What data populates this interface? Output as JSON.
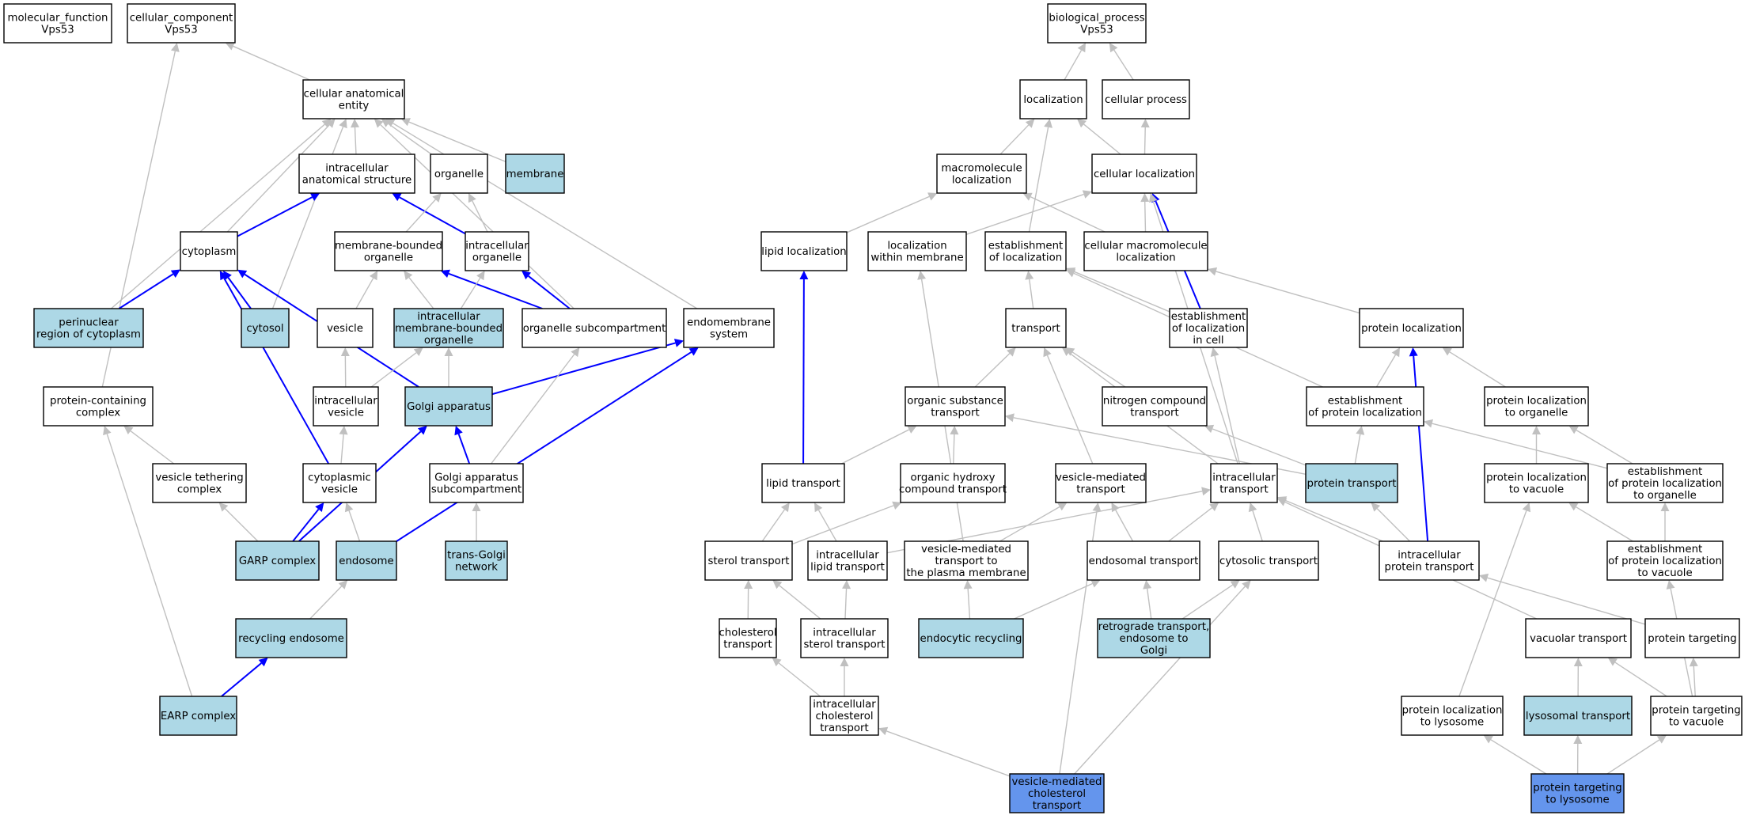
{
  "colors": {
    "plain": "#ffffff",
    "highlight": "#add8e6",
    "query": "#6495ed",
    "edge_default": "#c0c0c0",
    "edge_path": "#0000ff"
  },
  "nodes": {
    "mf_root": {
      "lines": [
        "molecular_function",
        "Vps53"
      ],
      "style": "plain"
    },
    "cc_root": {
      "lines": [
        "cellular_component",
        "Vps53"
      ],
      "style": "plain"
    },
    "bp_root": {
      "lines": [
        "biological_process",
        "Vps53"
      ],
      "style": "plain"
    },
    "cae": {
      "lines": [
        "cellular anatomical",
        "entity"
      ],
      "style": "plain"
    },
    "ias": {
      "lines": [
        "intracellular",
        "anatomical structure"
      ],
      "style": "plain"
    },
    "organelle": {
      "lines": [
        "organelle"
      ],
      "style": "plain"
    },
    "membrane": {
      "lines": [
        "membrane"
      ],
      "style": "highlight"
    },
    "cytoplasm": {
      "lines": [
        "cytoplasm"
      ],
      "style": "plain"
    },
    "mbo": {
      "lines": [
        "membrane-bounded",
        "organelle"
      ],
      "style": "plain"
    },
    "io": {
      "lines": [
        "intracellular",
        "organelle"
      ],
      "style": "plain"
    },
    "perinuclear": {
      "lines": [
        "perinuclear",
        "region of cytoplasm"
      ],
      "style": "highlight"
    },
    "cytosol": {
      "lines": [
        "cytosol"
      ],
      "style": "highlight"
    },
    "vesicle": {
      "lines": [
        "vesicle"
      ],
      "style": "plain"
    },
    "imbo": {
      "lines": [
        "intracellular",
        "membrane-bounded",
        "organelle"
      ],
      "style": "highlight"
    },
    "osub": {
      "lines": [
        "organelle subcompartment"
      ],
      "style": "plain"
    },
    "endomem": {
      "lines": [
        "endomembrane",
        "system"
      ],
      "style": "plain"
    },
    "pcc": {
      "lines": [
        "protein-containing",
        "complex"
      ],
      "style": "plain"
    },
    "ivesicle": {
      "lines": [
        "intracellular",
        "vesicle"
      ],
      "style": "plain"
    },
    "golgi": {
      "lines": [
        "Golgi apparatus"
      ],
      "style": "highlight"
    },
    "vtc": {
      "lines": [
        "vesicle tethering",
        "complex"
      ],
      "style": "plain"
    },
    "cvesicle": {
      "lines": [
        "cytoplasmic",
        "vesicle"
      ],
      "style": "plain"
    },
    "gas": {
      "lines": [
        "Golgi apparatus",
        "subcompartment"
      ],
      "style": "plain"
    },
    "garp": {
      "lines": [
        "GARP complex"
      ],
      "style": "highlight"
    },
    "endosome": {
      "lines": [
        "endosome"
      ],
      "style": "highlight"
    },
    "tgn": {
      "lines": [
        "trans-Golgi",
        "network"
      ],
      "style": "highlight"
    },
    "recendo": {
      "lines": [
        "recycling endosome"
      ],
      "style": "highlight"
    },
    "earp": {
      "lines": [
        "EARP complex"
      ],
      "style": "highlight"
    },
    "localization": {
      "lines": [
        "localization"
      ],
      "style": "plain"
    },
    "cproc": {
      "lines": [
        "cellular process"
      ],
      "style": "plain"
    },
    "macloc": {
      "lines": [
        "macromolecule",
        "localization"
      ],
      "style": "plain"
    },
    "cloc": {
      "lines": [
        "cellular localization"
      ],
      "style": "plain"
    },
    "liploc": {
      "lines": [
        "lipid localization"
      ],
      "style": "plain"
    },
    "lwm": {
      "lines": [
        "localization",
        "within membrane"
      ],
      "style": "plain"
    },
    "eol": {
      "lines": [
        "establishment",
        "of localization"
      ],
      "style": "plain"
    },
    "cml": {
      "lines": [
        "cellular macromolecule",
        "localization"
      ],
      "style": "plain"
    },
    "transport": {
      "lines": [
        "transport"
      ],
      "style": "plain"
    },
    "eolc": {
      "lines": [
        "establishment",
        "of localization",
        "in cell"
      ],
      "style": "plain"
    },
    "ploc": {
      "lines": [
        "protein localization"
      ],
      "style": "plain"
    },
    "ost": {
      "lines": [
        "organic substance",
        "transport"
      ],
      "style": "plain"
    },
    "nct": {
      "lines": [
        "nitrogen compound",
        "transport"
      ],
      "style": "plain"
    },
    "eopl": {
      "lines": [
        "establishment",
        "of protein localization"
      ],
      "style": "plain"
    },
    "plo": {
      "lines": [
        "protein localization",
        "to organelle"
      ],
      "style": "plain"
    },
    "liptrans": {
      "lines": [
        "lipid transport"
      ],
      "style": "plain"
    },
    "ohct": {
      "lines": [
        "organic hydroxy",
        "compound transport"
      ],
      "style": "plain"
    },
    "vmt": {
      "lines": [
        "vesicle-mediated",
        "transport"
      ],
      "style": "plain"
    },
    "it": {
      "lines": [
        "intracellular",
        "transport"
      ],
      "style": "plain"
    },
    "ptrans": {
      "lines": [
        "protein transport"
      ],
      "style": "highlight"
    },
    "plv": {
      "lines": [
        "protein localization",
        "to vacuole"
      ],
      "style": "plain"
    },
    "eplo": {
      "lines": [
        "establishment",
        "of protein localization",
        "to organelle"
      ],
      "style": "plain"
    },
    "sterol": {
      "lines": [
        "sterol transport"
      ],
      "style": "plain"
    },
    "ilt": {
      "lines": [
        "intracellular",
        "lipid transport"
      ],
      "style": "plain"
    },
    "vmtpm": {
      "lines": [
        "vesicle-mediated",
        "transport to",
        "the plasma membrane"
      ],
      "style": "plain"
    },
    "endotrans": {
      "lines": [
        "endosomal transport"
      ],
      "style": "plain"
    },
    "cyttrans": {
      "lines": [
        "cytosolic transport"
      ],
      "style": "plain"
    },
    "ipt": {
      "lines": [
        "intracellular",
        "protein transport"
      ],
      "style": "plain"
    },
    "eplv": {
      "lines": [
        "establishment",
        "of protein localization",
        "to vacuole"
      ],
      "style": "plain"
    },
    "choltrans": {
      "lines": [
        "cholesterol",
        "transport"
      ],
      "style": "plain"
    },
    "ist": {
      "lines": [
        "intracellular",
        "sterol transport"
      ],
      "style": "plain"
    },
    "endorec": {
      "lines": [
        "endocytic recycling"
      ],
      "style": "highlight"
    },
    "retro": {
      "lines": [
        "retrograde transport,",
        "endosome to",
        "Golgi"
      ],
      "style": "highlight"
    },
    "vactrans": {
      "lines": [
        "vacuolar transport"
      ],
      "style": "plain"
    },
    "ptarget": {
      "lines": [
        "protein targeting"
      ],
      "style": "plain"
    },
    "ict": {
      "lines": [
        "intracellular",
        "cholesterol",
        "transport"
      ],
      "style": "plain"
    },
    "pll": {
      "lines": [
        "protein localization",
        "to lysosome"
      ],
      "style": "plain"
    },
    "lysotrans": {
      "lines": [
        "lysosomal transport"
      ],
      "style": "highlight"
    },
    "ptv": {
      "lines": [
        "protein targeting",
        "to vacuole"
      ],
      "style": "plain"
    },
    "vmct": {
      "lines": [
        "vesicle-mediated",
        "cholesterol",
        "transport"
      ],
      "style": "query"
    },
    "ptl": {
      "lines": [
        "protein targeting",
        "to lysosome"
      ],
      "style": "query"
    }
  },
  "edges": [
    [
      "cae",
      "cc_root",
      "gray"
    ],
    [
      "pcc",
      "cc_root",
      "gray"
    ],
    [
      "ias",
      "cae",
      "gray"
    ],
    [
      "organelle",
      "cae",
      "gray"
    ],
    [
      "membrane",
      "cae",
      "gray"
    ],
    [
      "cytoplasm",
      "cae",
      "gray"
    ],
    [
      "cytosol",
      "cae",
      "gray"
    ],
    [
      "perinuclear",
      "cae",
      "gray"
    ],
    [
      "osub",
      "cae",
      "gray"
    ],
    [
      "endomem",
      "cae",
      "gray"
    ],
    [
      "cytoplasm",
      "ias",
      "blue"
    ],
    [
      "io",
      "ias",
      "blue"
    ],
    [
      "mbo",
      "organelle",
      "gray"
    ],
    [
      "io",
      "organelle",
      "gray"
    ],
    [
      "perinuclear",
      "cytoplasm",
      "blue"
    ],
    [
      "cytosol",
      "cytoplasm",
      "blue"
    ],
    [
      "golgi",
      "cytoplasm",
      "blue"
    ],
    [
      "cvesicle",
      "cytoplasm",
      "blue"
    ],
    [
      "vesicle",
      "mbo",
      "gray"
    ],
    [
      "imbo",
      "mbo",
      "gray"
    ],
    [
      "osub",
      "mbo",
      "blue"
    ],
    [
      "imbo",
      "io",
      "gray"
    ],
    [
      "osub",
      "io",
      "blue"
    ],
    [
      "ivesicle",
      "vesicle",
      "gray"
    ],
    [
      "ivesicle",
      "imbo",
      "gray"
    ],
    [
      "golgi",
      "imbo",
      "gray"
    ],
    [
      "golgi",
      "endomem",
      "blue"
    ],
    [
      "endosome",
      "endomem",
      "blue"
    ],
    [
      "gas",
      "osub",
      "gray"
    ],
    [
      "cvesicle",
      "ivesicle",
      "gray"
    ],
    [
      "gas",
      "golgi",
      "blue"
    ],
    [
      "garp",
      "golgi",
      "blue"
    ],
    [
      "vtc",
      "pcc",
      "gray"
    ],
    [
      "earp",
      "pcc",
      "gray"
    ],
    [
      "garp",
      "vtc",
      "gray"
    ],
    [
      "garp",
      "cvesicle",
      "blue"
    ],
    [
      "endosome",
      "cvesicle",
      "gray"
    ],
    [
      "tgn",
      "gas",
      "gray"
    ],
    [
      "recendo",
      "endosome",
      "gray"
    ],
    [
      "earp",
      "recendo",
      "blue"
    ],
    [
      "localization",
      "bp_root",
      "gray"
    ],
    [
      "cproc",
      "bp_root",
      "gray"
    ],
    [
      "macloc",
      "localization",
      "gray"
    ],
    [
      "cloc",
      "localization",
      "gray"
    ],
    [
      "eol",
      "localization",
      "gray"
    ],
    [
      "cloc",
      "cproc",
      "gray"
    ],
    [
      "liploc",
      "macloc",
      "gray"
    ],
    [
      "cml",
      "macloc",
      "gray"
    ],
    [
      "lwm",
      "cloc",
      "gray"
    ],
    [
      "cml",
      "cloc",
      "gray"
    ],
    [
      "eolc",
      "cloc",
      "blue"
    ],
    [
      "it",
      "cloc",
      "gray"
    ],
    [
      "liptrans",
      "liploc",
      "blue"
    ],
    [
      "vmtpm",
      "lwm",
      "gray"
    ],
    [
      "transport",
      "eol",
      "gray"
    ],
    [
      "eolc",
      "eol",
      "gray"
    ],
    [
      "eopl",
      "eol",
      "gray"
    ],
    [
      "ploc",
      "cml",
      "gray"
    ],
    [
      "it",
      "eolc",
      "gray"
    ],
    [
      "ost",
      "transport",
      "gray"
    ],
    [
      "nct",
      "transport",
      "gray"
    ],
    [
      "vmt",
      "transport",
      "gray"
    ],
    [
      "it",
      "transport",
      "gray"
    ],
    [
      "eopl",
      "ploc",
      "gray"
    ],
    [
      "plo",
      "ploc",
      "gray"
    ],
    [
      "ipt",
      "ploc",
      "blue"
    ],
    [
      "liptrans",
      "ost",
      "gray"
    ],
    [
      "ohct",
      "ost",
      "gray"
    ],
    [
      "ptrans",
      "ost",
      "gray"
    ],
    [
      "ptrans",
      "nct",
      "gray"
    ],
    [
      "ptrans",
      "eopl",
      "gray"
    ],
    [
      "eplo",
      "eopl",
      "gray"
    ],
    [
      "plv",
      "plo",
      "gray"
    ],
    [
      "eplo",
      "plo",
      "gray"
    ],
    [
      "sterol",
      "liptrans",
      "gray"
    ],
    [
      "ilt",
      "liptrans",
      "gray"
    ],
    [
      "sterol",
      "ohct",
      "gray"
    ],
    [
      "vmtpm",
      "vmt",
      "gray"
    ],
    [
      "endotrans",
      "vmt",
      "gray"
    ],
    [
      "vmct",
      "vmt",
      "gray"
    ],
    [
      "ilt",
      "it",
      "gray"
    ],
    [
      "endotrans",
      "it",
      "gray"
    ],
    [
      "cyttrans",
      "it",
      "gray"
    ],
    [
      "ipt",
      "it",
      "gray"
    ],
    [
      "vactrans",
      "it",
      "gray"
    ],
    [
      "ipt",
      "ptrans",
      "gray"
    ],
    [
      "eplv",
      "plv",
      "gray"
    ],
    [
      "pll",
      "plv",
      "gray"
    ],
    [
      "eplv",
      "eplo",
      "gray"
    ],
    [
      "choltrans",
      "sterol",
      "gray"
    ],
    [
      "ist",
      "sterol",
      "gray"
    ],
    [
      "ist",
      "ilt",
      "gray"
    ],
    [
      "endorec",
      "endotrans",
      "gray"
    ],
    [
      "retro",
      "endotrans",
      "gray"
    ],
    [
      "endorec",
      "vmtpm",
      "gray"
    ],
    [
      "retro",
      "cyttrans",
      "gray"
    ],
    [
      "vmct",
      "cyttrans",
      "gray"
    ],
    [
      "ptarget",
      "ipt",
      "gray"
    ],
    [
      "ptv",
      "eplv",
      "gray"
    ],
    [
      "ict",
      "choltrans",
      "gray"
    ],
    [
      "ict",
      "ist",
      "gray"
    ],
    [
      "lysotrans",
      "vactrans",
      "gray"
    ],
    [
      "ptv",
      "vactrans",
      "gray"
    ],
    [
      "ptv",
      "ptarget",
      "gray"
    ],
    [
      "vmct",
      "ict",
      "gray"
    ],
    [
      "ptl",
      "pll",
      "gray"
    ],
    [
      "ptl",
      "lysotrans",
      "gray"
    ],
    [
      "ptl",
      "ptv",
      "gray"
    ]
  ]
}
